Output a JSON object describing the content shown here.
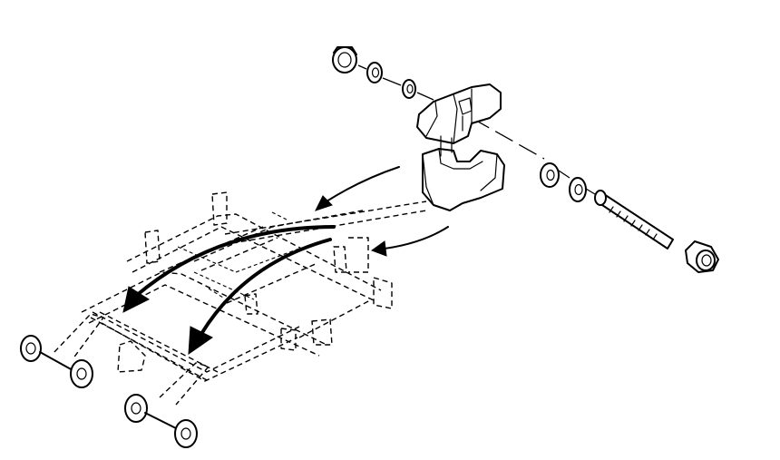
{
  "figure": {
    "parts": [
      "nut",
      "washer",
      "washer",
      "weight",
      "washer",
      "washer",
      "bolt",
      "nut"
    ],
    "arrows": [
      "arrow-to-left-frame",
      "arrow-to-center-frame",
      "arrow-to-right-frame",
      "arrow-to-rear"
    ]
  }
}
